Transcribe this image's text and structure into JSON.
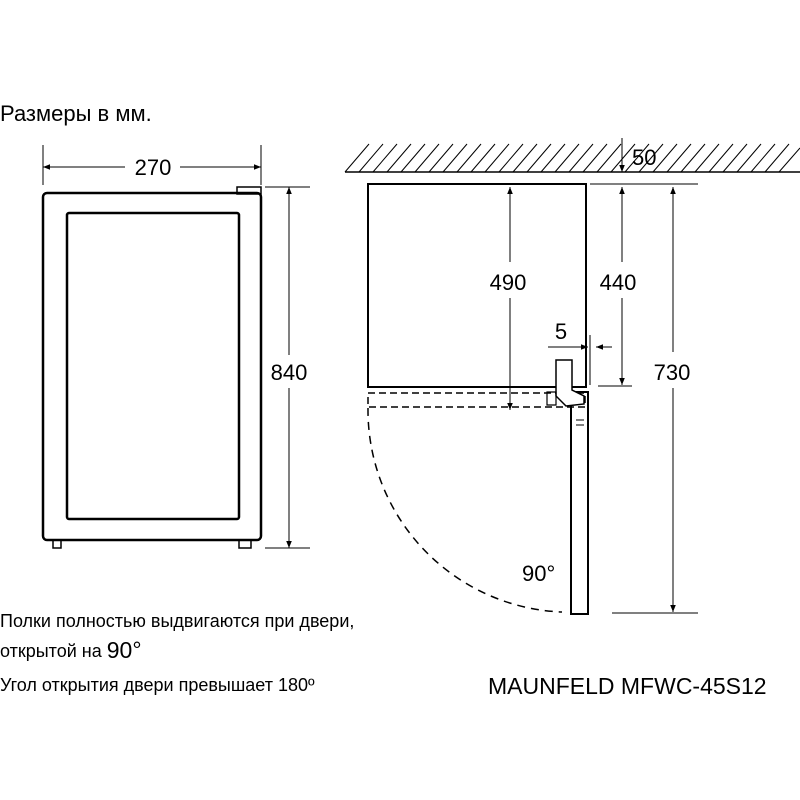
{
  "heading": "Размеры в мм.",
  "dimensions": {
    "width": "270",
    "height": "840",
    "depth_cabinet": "490",
    "depth_to_hinge": "440",
    "wall_gap": "50",
    "gap_5": "5",
    "total_depth": "730",
    "door_angle": "90°"
  },
  "notes": {
    "shelves_line1": "Полки полностью выдвигаются при двери,",
    "shelves_line2_text": "открытой на ",
    "shelves_line2_value": "90°",
    "door_opening": "Угол открытия двери превышает 180º"
  },
  "model": "MAUNFELD MFWC-45S12"
}
